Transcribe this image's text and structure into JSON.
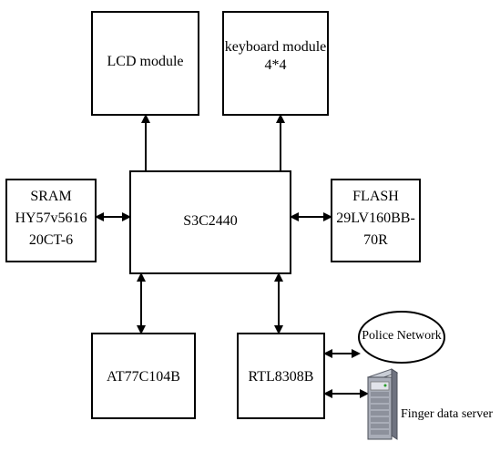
{
  "diagram": {
    "nodes": {
      "lcd": {
        "lines": [
          "LCD module"
        ]
      },
      "keyboard": {
        "lines": [
          "keyboard module",
          "4*4"
        ]
      },
      "sram": {
        "lines": [
          "SRAM",
          "HY57v5616",
          "20CT-6"
        ]
      },
      "cpu": {
        "lines": [
          "S3C2440"
        ]
      },
      "flash": {
        "lines": [
          "FLASH",
          "29LV160BB-",
          "70R"
        ]
      },
      "at77": {
        "lines": [
          "AT77C104B"
        ]
      },
      "rtl": {
        "lines": [
          "RTL8308B"
        ]
      },
      "police": {
        "lines": [
          "Police Network"
        ]
      },
      "server": {
        "lines": [
          "Finger data server"
        ]
      }
    },
    "icons": {
      "server": "server-tower-icon"
    },
    "edges": [
      {
        "from": "cpu",
        "to": "lcd",
        "arrow": "end"
      },
      {
        "from": "cpu",
        "to": "keyboard",
        "arrow": "end"
      },
      {
        "from": "sram",
        "to": "cpu",
        "arrow": "both"
      },
      {
        "from": "cpu",
        "to": "flash",
        "arrow": "both"
      },
      {
        "from": "cpu",
        "to": "at77",
        "arrow": "both"
      },
      {
        "from": "cpu",
        "to": "rtl",
        "arrow": "both"
      },
      {
        "from": "rtl",
        "to": "police",
        "arrow": "both"
      },
      {
        "from": "rtl",
        "to": "server",
        "arrow": "both"
      }
    ]
  }
}
